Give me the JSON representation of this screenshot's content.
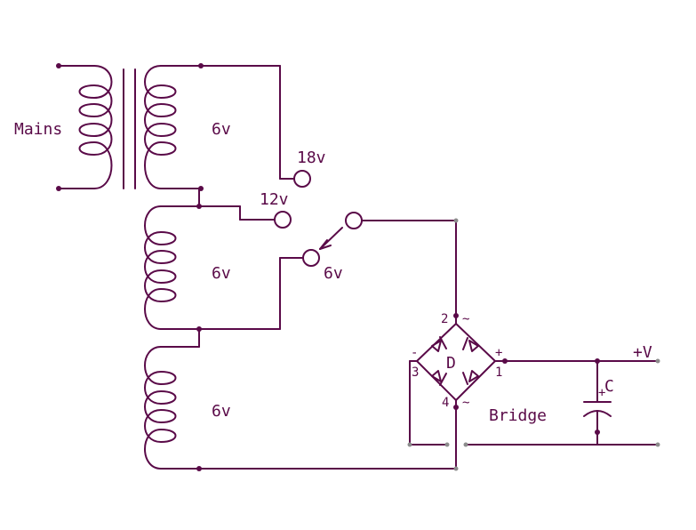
{
  "labels": {
    "mains": "Mains",
    "primary_voltage": "6v",
    "winding2_voltage": "6v",
    "winding3_voltage": "6v",
    "tap_18": "18v",
    "tap_12": "12v",
    "tap_6": "6v",
    "bridge": "Bridge",
    "diode_ref": "D",
    "cap_ref": "C",
    "output_pos": "+V",
    "pin_1": "1",
    "pin_2": "2",
    "pin_3": "3",
    "pin_4": "4",
    "plus": "+",
    "minus": "-",
    "ac_top": "~",
    "ac_bottom": "~",
    "cap_plus": "+"
  },
  "colors": {
    "ink": "#5a0a48",
    "terminal": "#8c8c8c"
  }
}
